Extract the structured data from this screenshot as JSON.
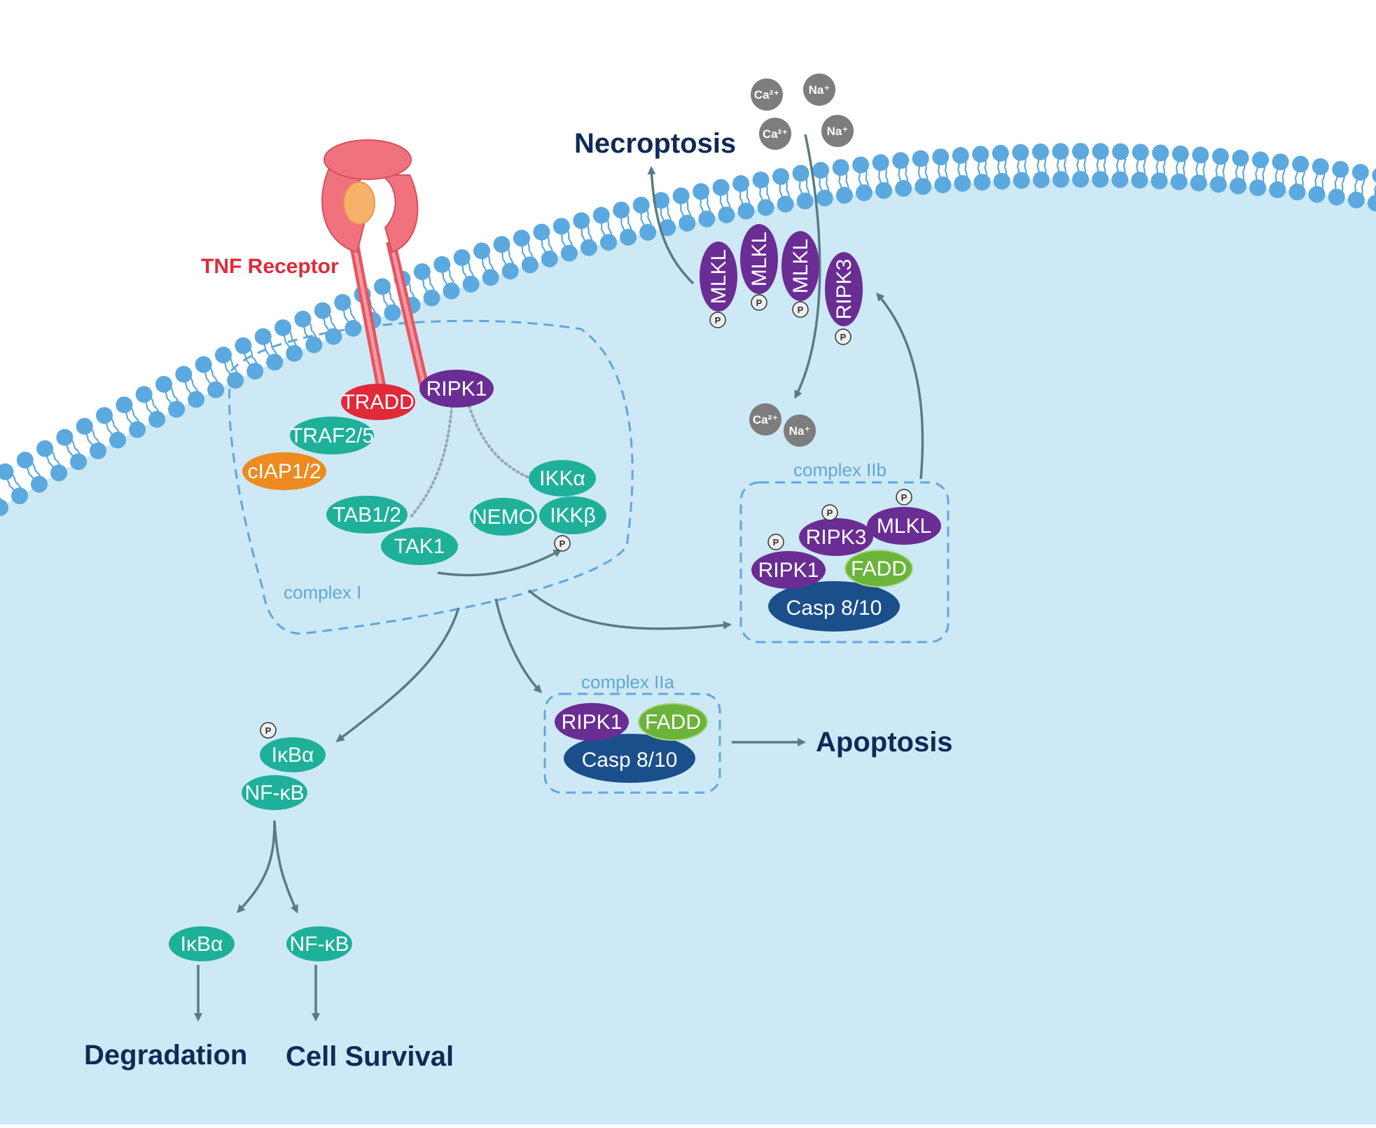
{
  "colors": {
    "cytoplasm": "#cde9f6",
    "membrane": "#5ba9de",
    "teal": "#1fb09a",
    "purple": "#6a2d94",
    "red": "#e02a3a",
    "orange": "#ee8a1f",
    "green": "#6bb33a",
    "navy": "#1a4f8c",
    "ion": "#7d7d7d",
    "arrow": "#5a7a86",
    "receptor": "#f0727f",
    "outcome_text": "#0f2a55",
    "complex_label": "#62a6d9"
  },
  "labels": {
    "tnf_receptor": "TNF Receptor",
    "necroptosis": "Necroptosis",
    "apoptosis": "Apoptosis",
    "degradation": "Degradation",
    "cell_survival": "Cell Survival",
    "complex_i": "complex I",
    "complex_iia": "complex IIa",
    "complex_iib": "complex IIb"
  },
  "proteins": {
    "tradd": "TRADD",
    "ripk1": "RIPK1",
    "traf": "TRAF2/5",
    "ciap": "cIAP1/2",
    "tab": "TAB1/2",
    "tak1": "TAK1",
    "nemo": "NEMO",
    "ikka": "IKKα",
    "ikkb": "IKKβ",
    "ikba": "IκBα",
    "nfkb": "NF-κB",
    "mlkl": "MLKL",
    "ripk3": "RIPK3",
    "fadd": "FADD",
    "casp": "Casp 8/10"
  },
  "ions": {
    "ca": "Ca²⁺",
    "na": "Na⁺"
  },
  "phospho": "P"
}
